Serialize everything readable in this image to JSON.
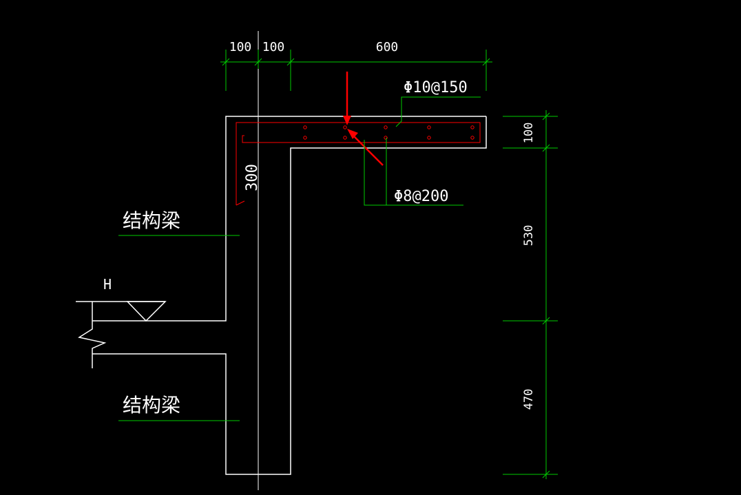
{
  "drawing": {
    "colors": {
      "background": "#000000",
      "outline": "#ffffff",
      "dimension": "#00cc00",
      "rebar": "#ff0000",
      "arrow": "#ff0000"
    },
    "dimensions": {
      "top_1": "100",
      "top_2": "100",
      "top_3": "600",
      "right_1": "100",
      "right_2": "530",
      "right_3": "470",
      "wall_thickness": "300"
    },
    "rebar_labels": {
      "top_bar": "Φ10@150",
      "bottom_bar": "Φ8@200"
    },
    "annotations": {
      "beam_upper": "结构梁",
      "beam_lower": "结构梁",
      "level_mark": "H"
    }
  }
}
